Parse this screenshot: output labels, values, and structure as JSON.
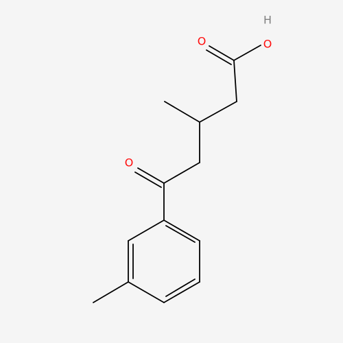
{
  "molecule": {
    "atoms": {
      "hydroxyl_oxygen": {
        "label": "O",
        "color": "#ff0d0d"
      },
      "hydroxyl_hydrogen": {
        "label": "H",
        "color": "#808080"
      },
      "carboxyl_oxygen": {
        "label": "O",
        "color": "#ff0d0d"
      },
      "ketone_oxygen": {
        "label": "O",
        "color": "#ff0d0d"
      }
    },
    "colors": {
      "background": "#f5f5f5",
      "bond": "#000000",
      "oxygen": "#ff0d0d",
      "hydrogen": "#808080"
    }
  }
}
